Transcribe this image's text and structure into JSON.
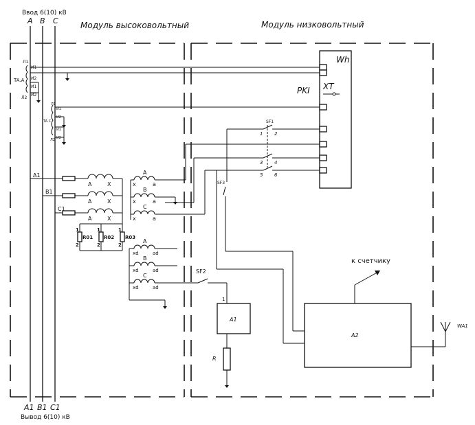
{
  "inputs": {
    "title": "Ввод 6(10) кВ",
    "phases": [
      "A",
      "B",
      "C"
    ]
  },
  "outputs": {
    "title": "Вывод 6(10) кВ",
    "phases": [
      "A1",
      "B1",
      "C1"
    ]
  },
  "modules": {
    "hv": "Модуль высоковольтный",
    "lv": "Модуль низковольтный"
  },
  "ct_a": {
    "name": "TA.A",
    "terminals": [
      "Л1",
      "И1",
      "И2",
      "Л2",
      "И1",
      "И2"
    ]
  },
  "ct_c": {
    "name": "TA.C",
    "terminals": [
      "Л1",
      "И1",
      "И2",
      "Л2",
      "И1",
      "И2"
    ]
  },
  "taps": [
    "A1",
    "B1",
    "C1"
  ],
  "vt_primary": [
    "A",
    "X",
    "A",
    "X",
    "A",
    "X"
  ],
  "vt_secondary": {
    "phases": [
      "A",
      "B",
      "C"
    ],
    "terms": [
      "x",
      "a",
      "x",
      "a",
      "x",
      "a"
    ]
  },
  "vt_aux": {
    "phases": [
      "A",
      "B",
      "C"
    ],
    "terms": [
      "xd",
      "ad",
      "xd",
      "ad",
      "xd",
      "ad"
    ]
  },
  "resistors": [
    "R01",
    "R02",
    "R03"
  ],
  "resistor_pins": [
    "1",
    "2",
    "1",
    "2",
    "1",
    "2"
  ],
  "meter": {
    "label": "Wh",
    "pki": "PKI",
    "xt": "XT"
  },
  "sf1": {
    "name": "SF1",
    "pins": [
      "1",
      "2",
      "3",
      "4",
      "5",
      "6"
    ]
  },
  "sf2": "SF2",
  "sf3": "SF3",
  "a1": {
    "label": "A1",
    "pin": "1"
  },
  "a2": "A2",
  "r": "R",
  "wa1": "WA1",
  "to_meter": "к счетчику"
}
